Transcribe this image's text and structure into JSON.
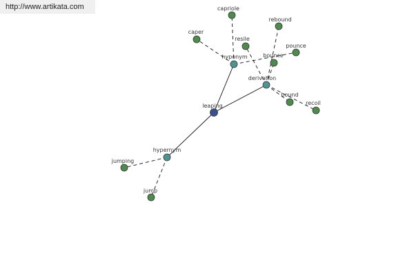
{
  "site": {
    "url_text": "http://www.artikata.com"
  },
  "colors": {
    "center": "#3a4f8e",
    "relation": "#4f9494",
    "leaf": "#4f8a4f",
    "node_stroke": "#333333",
    "edge": "#111111",
    "label": "#333333"
  },
  "graph": {
    "nodes": [
      {
        "id": "leaping",
        "label": "leaping",
        "kind": "center"
      },
      {
        "id": "hyponym",
        "label": "hyponym",
        "kind": "relation"
      },
      {
        "id": "derivation",
        "label": "derivation",
        "kind": "relation"
      },
      {
        "id": "hypernym",
        "label": "hypernym",
        "kind": "relation"
      },
      {
        "id": "capriole",
        "label": "capriole",
        "kind": "leaf"
      },
      {
        "id": "caper",
        "label": "caper",
        "kind": "leaf"
      },
      {
        "id": "resile",
        "label": "resile",
        "kind": "leaf"
      },
      {
        "id": "rebound",
        "label": "rebound",
        "kind": "leaf"
      },
      {
        "id": "pounce",
        "label": "pounce",
        "kind": "leaf"
      },
      {
        "id": "bounce",
        "label": "bounce",
        "kind": "leaf"
      },
      {
        "id": "bound",
        "label": "bound",
        "kind": "leaf"
      },
      {
        "id": "recoil",
        "label": "recoil",
        "kind": "leaf"
      },
      {
        "id": "jumping",
        "label": "jumping",
        "kind": "leaf"
      },
      {
        "id": "jump",
        "label": "jump",
        "kind": "leaf"
      }
    ],
    "edges": [
      {
        "from": "leaping",
        "to": "hyponym",
        "style": "solid"
      },
      {
        "from": "leaping",
        "to": "derivation",
        "style": "solid"
      },
      {
        "from": "leaping",
        "to": "hypernym",
        "style": "solid"
      },
      {
        "from": "hyponym",
        "to": "capriole",
        "style": "dashed"
      },
      {
        "from": "hyponym",
        "to": "caper",
        "style": "dashed"
      },
      {
        "from": "hyponym",
        "to": "pounce",
        "style": "dashed"
      },
      {
        "from": "derivation",
        "to": "resile",
        "style": "dashed"
      },
      {
        "from": "derivation",
        "to": "rebound",
        "style": "dashed"
      },
      {
        "from": "derivation",
        "to": "bounce",
        "style": "dashed"
      },
      {
        "from": "derivation",
        "to": "bound",
        "style": "dashed"
      },
      {
        "from": "derivation",
        "to": "recoil",
        "style": "dashed"
      },
      {
        "from": "hypernym",
        "to": "jumping",
        "style": "dashed"
      },
      {
        "from": "hypernym",
        "to": "jump",
        "style": "dashed"
      }
    ]
  }
}
